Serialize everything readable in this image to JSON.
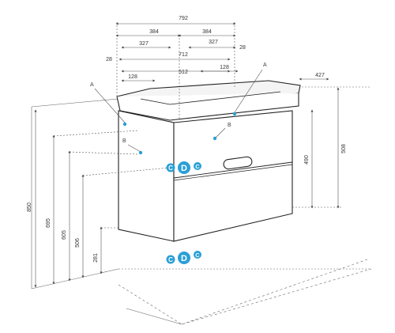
{
  "drawing": {
    "dimensions": {
      "overall_width": "792",
      "basin_left_half": "384",
      "basin_right_half": "384",
      "inner_left": "327",
      "inner_right": "327",
      "center_span": "712",
      "edge_left": "28",
      "edge_right": "28",
      "outer_left": "128",
      "outer_right": "128",
      "cabinet_width": "512",
      "depth": "427",
      "cabinet_height": "490",
      "total_height_right": "508",
      "height_850": "850",
      "height_695": "695",
      "height_605": "605",
      "height_506": "506",
      "height_281": "281"
    },
    "markers": {
      "a_left": "A",
      "a_right": "A",
      "b_left": "B",
      "b_right": "B"
    },
    "connections": {
      "c_top_left": "C",
      "d_top": "D",
      "c_top_right": "C",
      "c_bottom_left": "C",
      "d_bottom": "D",
      "c_bottom_right": "C"
    },
    "colors": {
      "accent": "#2a9fd6",
      "line": "#222222",
      "dim_line": "#555555"
    }
  }
}
